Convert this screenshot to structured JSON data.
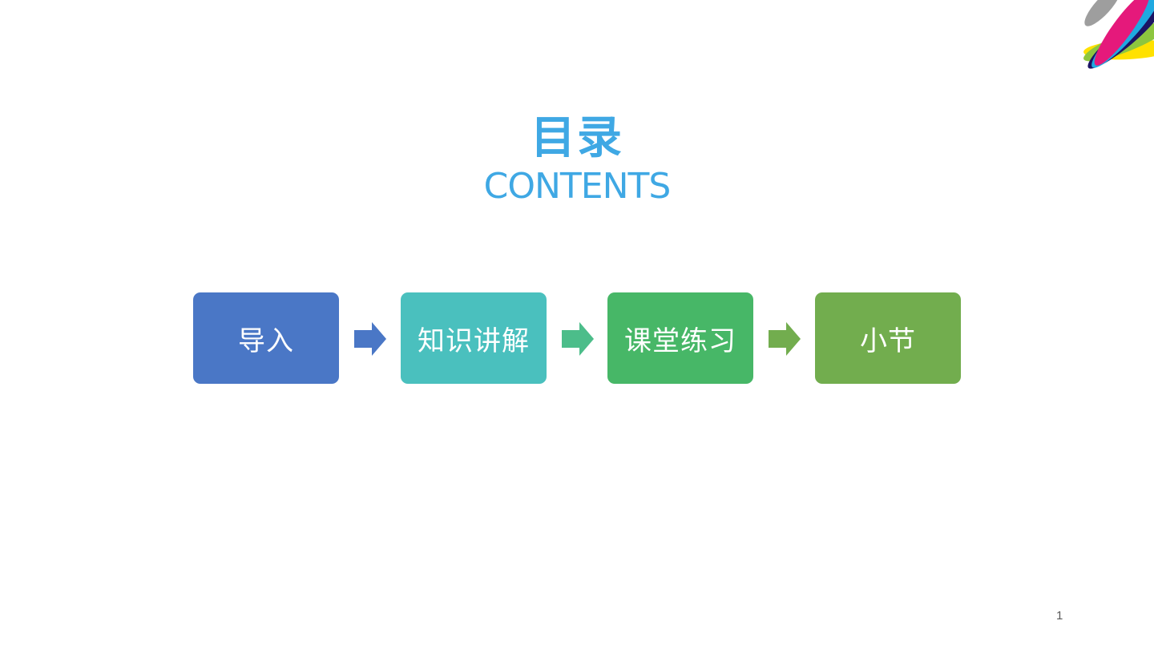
{
  "slide": {
    "title": "目录",
    "subtitle": "CONTENTS",
    "page_number": "1",
    "title_color": "#3FA8E4",
    "subtitle_color": "#3FA8E4"
  },
  "flow": {
    "steps": [
      {
        "label": "导入",
        "color": "#4A77C6"
      },
      {
        "label": "知识讲解",
        "color": "#4AC0BE"
      },
      {
        "label": "课堂练习",
        "color": "#47B767"
      },
      {
        "label": "小节",
        "color": "#72AD4E"
      }
    ],
    "arrow_colors": [
      "#4A77C6",
      "#4CBD8A",
      "#72AD4E"
    ]
  },
  "logo": {
    "icon": "color-petals-logo-icon",
    "colors": [
      "#9E9E9E",
      "#1FA9E1",
      "#E5197B",
      "#8DC63F",
      "#FFE100",
      "#1B1464"
    ]
  }
}
